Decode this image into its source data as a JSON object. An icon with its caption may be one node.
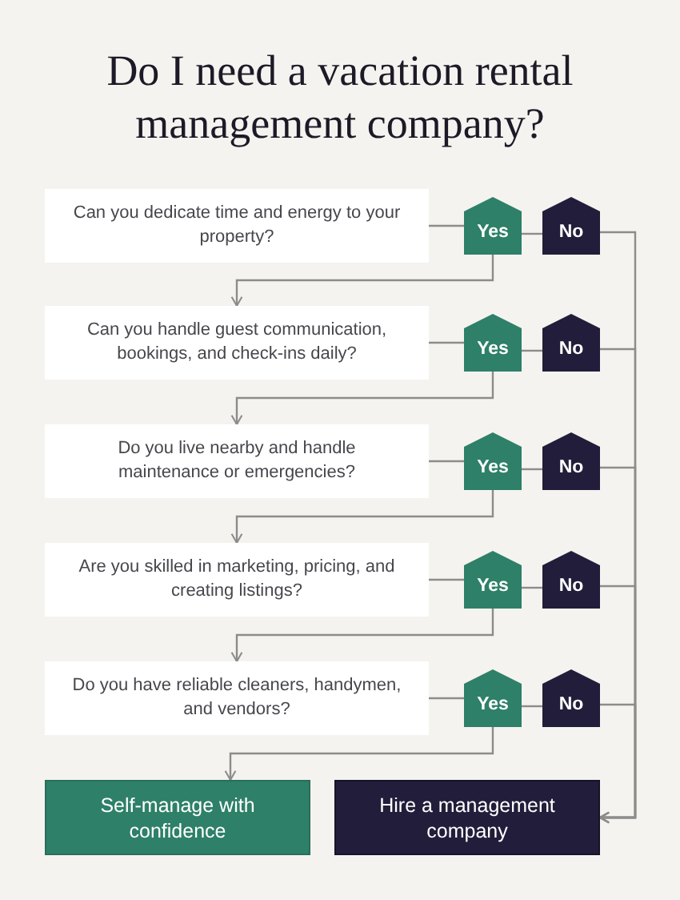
{
  "diagram": {
    "title": "Do I need a vacation rental management company?",
    "nodes": [
      {
        "text": [
          "Can you dedicate time and energy to your property?"
        ]
      },
      {
        "text": [
          "Yes"
        ]
      },
      {
        "text": [
          "No"
        ]
      },
      {
        "text": [
          "Can you handle guest communication, bookings, and check-ins daily?"
        ]
      },
      {
        "text": [
          "Yes"
        ]
      },
      {
        "text": [
          "No"
        ]
      },
      {
        "text": [
          "Do you live nearby and handle maintenance or emergencies?"
        ]
      },
      {
        "text": [
          "Yes"
        ]
      },
      {
        "text": [
          "No"
        ]
      },
      {
        "text": [
          "Are you skilled in marketing, pricing, and creating listings?"
        ]
      },
      {
        "text": [
          "Yes"
        ]
      },
      {
        "text": [
          "No"
        ]
      },
      {
        "text": [
          "Do you have reliable cleaners, handymen, and vendors?"
        ]
      },
      {
        "text": [
          "Yes"
        ]
      },
      {
        "text": [
          "No"
        ]
      },
      {
        "text": [
          "Self-manage with confidence"
        ]
      },
      {
        "text": [
          "Hire a management company"
        ]
      }
    ],
    "edges": [
      {
        "from": 0,
        "to": 1,
        "arrow": "none"
      },
      {
        "from": 1,
        "to": 2,
        "arrow": "none"
      },
      {
        "from": 1,
        "to": 3,
        "arrow": "to"
      },
      {
        "from": 3,
        "to": 4,
        "arrow": "none"
      },
      {
        "from": 4,
        "to": 5,
        "arrow": "none"
      },
      {
        "from": 4,
        "to": 6,
        "arrow": "to"
      },
      {
        "from": 6,
        "to": 7,
        "arrow": "none"
      },
      {
        "from": 7,
        "to": 8,
        "arrow": "none"
      },
      {
        "from": 7,
        "to": 9,
        "arrow": "to"
      },
      {
        "from": 9,
        "to": 10,
        "arrow": "none"
      },
      {
        "from": 10,
        "to": 11,
        "arrow": "none"
      },
      {
        "from": 10,
        "to": 12,
        "arrow": "to"
      },
      {
        "from": 12,
        "to": 13,
        "arrow": "none"
      },
      {
        "from": 13,
        "to": 14,
        "arrow": "none"
      },
      {
        "from": 13,
        "to": 15,
        "arrow": "to"
      },
      {
        "from": 2,
        "to": 16,
        "arrow": "to"
      },
      {
        "from": 5,
        "to": 16,
        "arrow": "to"
      },
      {
        "from": 8,
        "to": 16,
        "arrow": "to"
      },
      {
        "from": 11,
        "to": 16,
        "arrow": "to"
      },
      {
        "from": 14,
        "to": 16,
        "arrow": "to"
      }
    ]
  }
}
